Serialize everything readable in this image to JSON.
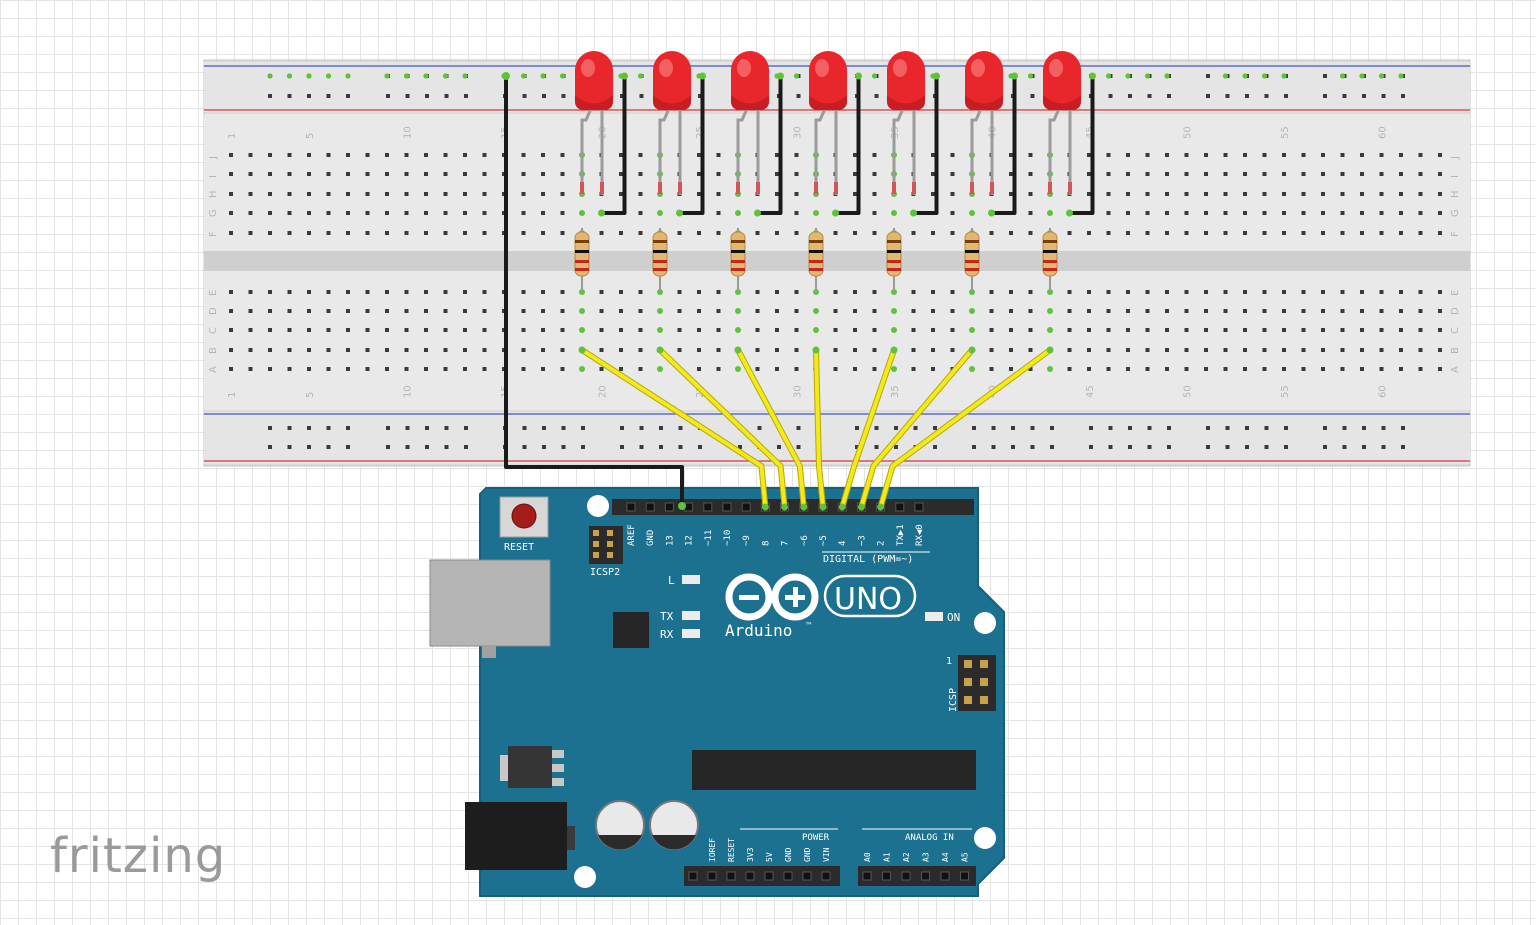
{
  "breadboard": {
    "row_letters_top": [
      "J",
      "I",
      "H",
      "G",
      "F"
    ],
    "row_letters_bottom": [
      "E",
      "D",
      "C",
      "B",
      "A"
    ],
    "column_numbers": [
      "1",
      "5",
      "10",
      "15",
      "20",
      "25",
      "30",
      "35",
      "40",
      "45",
      "50",
      "55",
      "60"
    ]
  },
  "board": {
    "reset_label": "RESET",
    "icsp2_label": "ICSP2",
    "icsp_label": "ICSP",
    "icsp_pin1": "1",
    "digital_label": "DIGITAL (PWM=~)",
    "digital_pins": [
      "AREF",
      "GND",
      "13",
      "12",
      "~11",
      "~10",
      "~9",
      "8",
      "7",
      "~6",
      "~5",
      "4",
      "~3",
      "2",
      "TX▶1",
      "RX◀0"
    ],
    "led_l": "L",
    "led_tx": "TX",
    "led_rx": "RX",
    "led_on": "ON",
    "model": "UNO",
    "brand": "Arduino",
    "trademark": "™",
    "power_label": "POWER",
    "power_pins": [
      "IOREF",
      "RESET",
      "3V3",
      "5V",
      "GND",
      "GND",
      "VIN"
    ],
    "analog_label": "ANALOG IN",
    "analog_pins": [
      "A0",
      "A1",
      "A2",
      "A3",
      "A4",
      "A5"
    ]
  },
  "logo": {
    "text": "fritzing"
  },
  "colors": {
    "board": "#1c7190",
    "board_dark": "#0f5871",
    "led": "#e8262b",
    "wire_yellow": "#f2ea1c",
    "wire_black": "#1a1a1a",
    "rail_red": "#cf3b3b",
    "rail_blue": "#3d57c8",
    "active_hole": "#5fc33a"
  }
}
